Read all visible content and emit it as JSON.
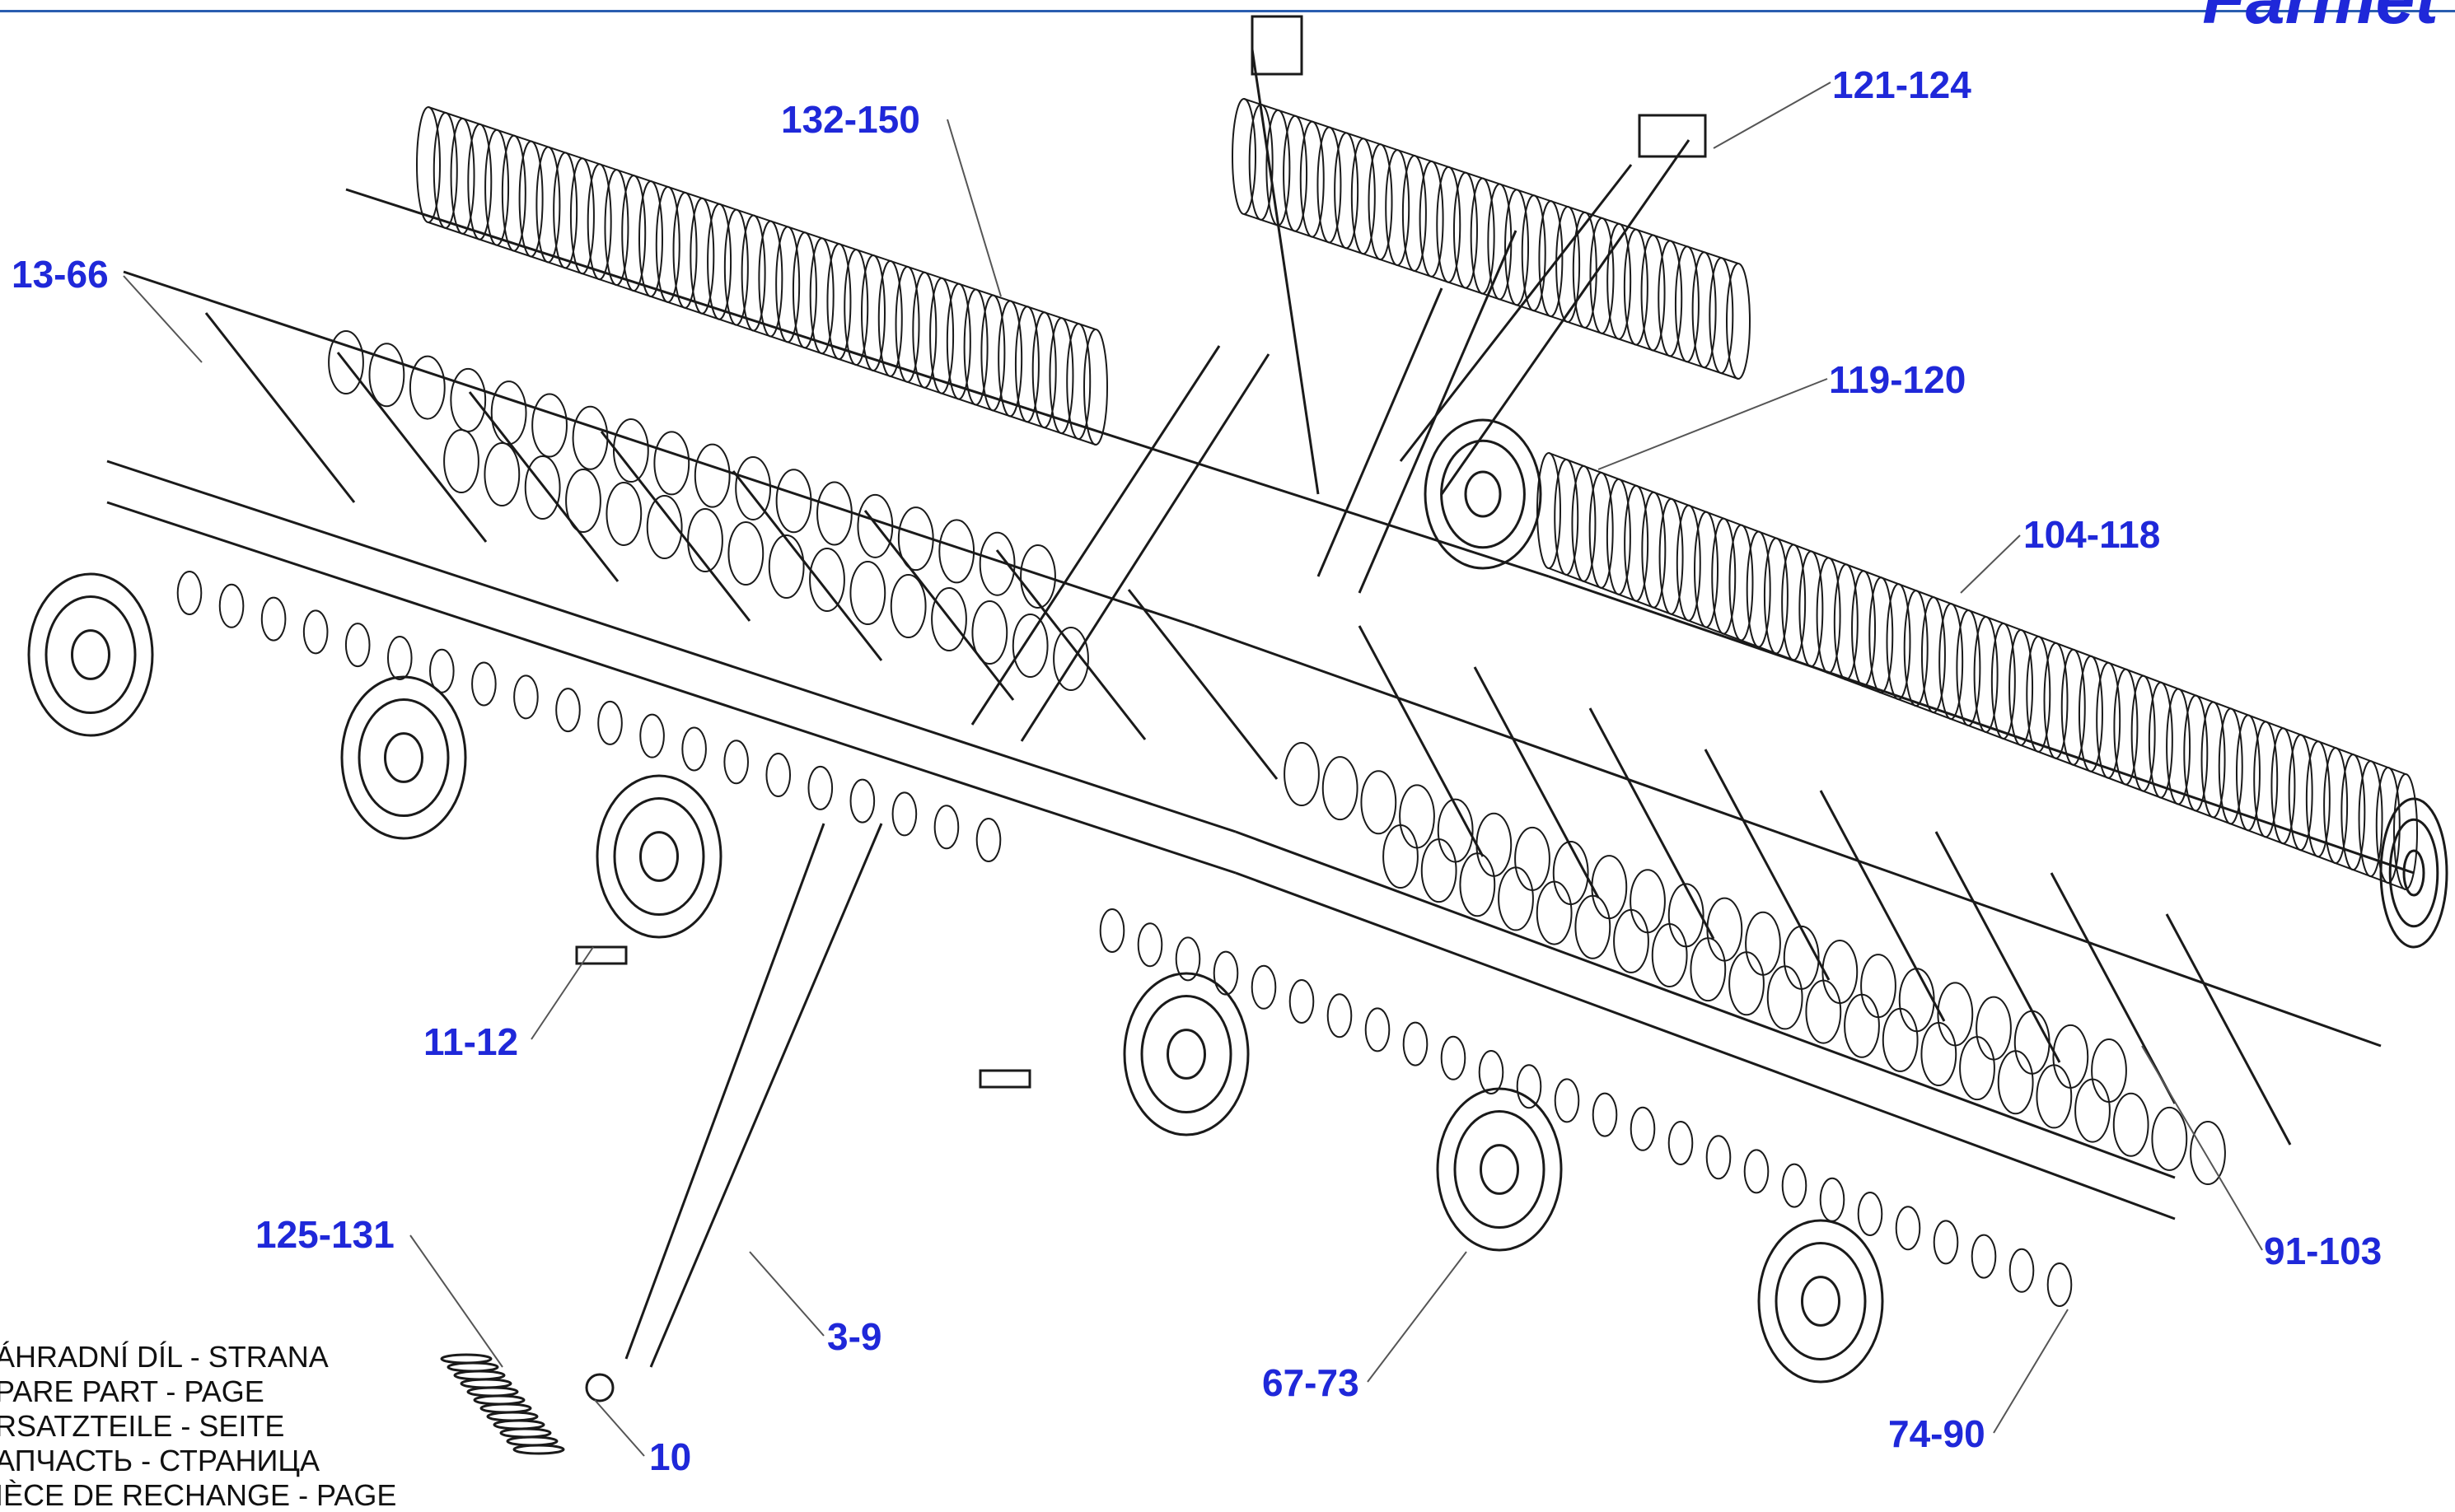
{
  "brand": {
    "logo_text": "Farmet",
    "color": "#1f28d9"
  },
  "callouts": [
    {
      "id": "c1",
      "label": "132-150"
    },
    {
      "id": "c2",
      "label": "121-124"
    },
    {
      "id": "c3",
      "label": "13-66"
    },
    {
      "id": "c4",
      "label": "119-120"
    },
    {
      "id": "c5",
      "label": "104-118"
    },
    {
      "id": "c6",
      "label": "11-12"
    },
    {
      "id": "c7",
      "label": "125-131"
    },
    {
      "id": "c8",
      "label": "3-9"
    },
    {
      "id": "c9",
      "label": "91-103"
    },
    {
      "id": "c10",
      "label": "67-73"
    },
    {
      "id": "c11",
      "label": "74-90"
    },
    {
      "id": "c12",
      "label": "10"
    }
  ],
  "legend": [
    "ÁHRADNÍ DÍL - STRANA",
    "PARE PART - PAGE",
    "RSATZTEILE - SEITE",
    "АПЧАСТЬ - СТРАНИЦА",
    "IÈCE DE RECHANGE - PAGE"
  ],
  "colors": {
    "callout": "#1f28d9",
    "drawing": "#1a1a1a"
  }
}
